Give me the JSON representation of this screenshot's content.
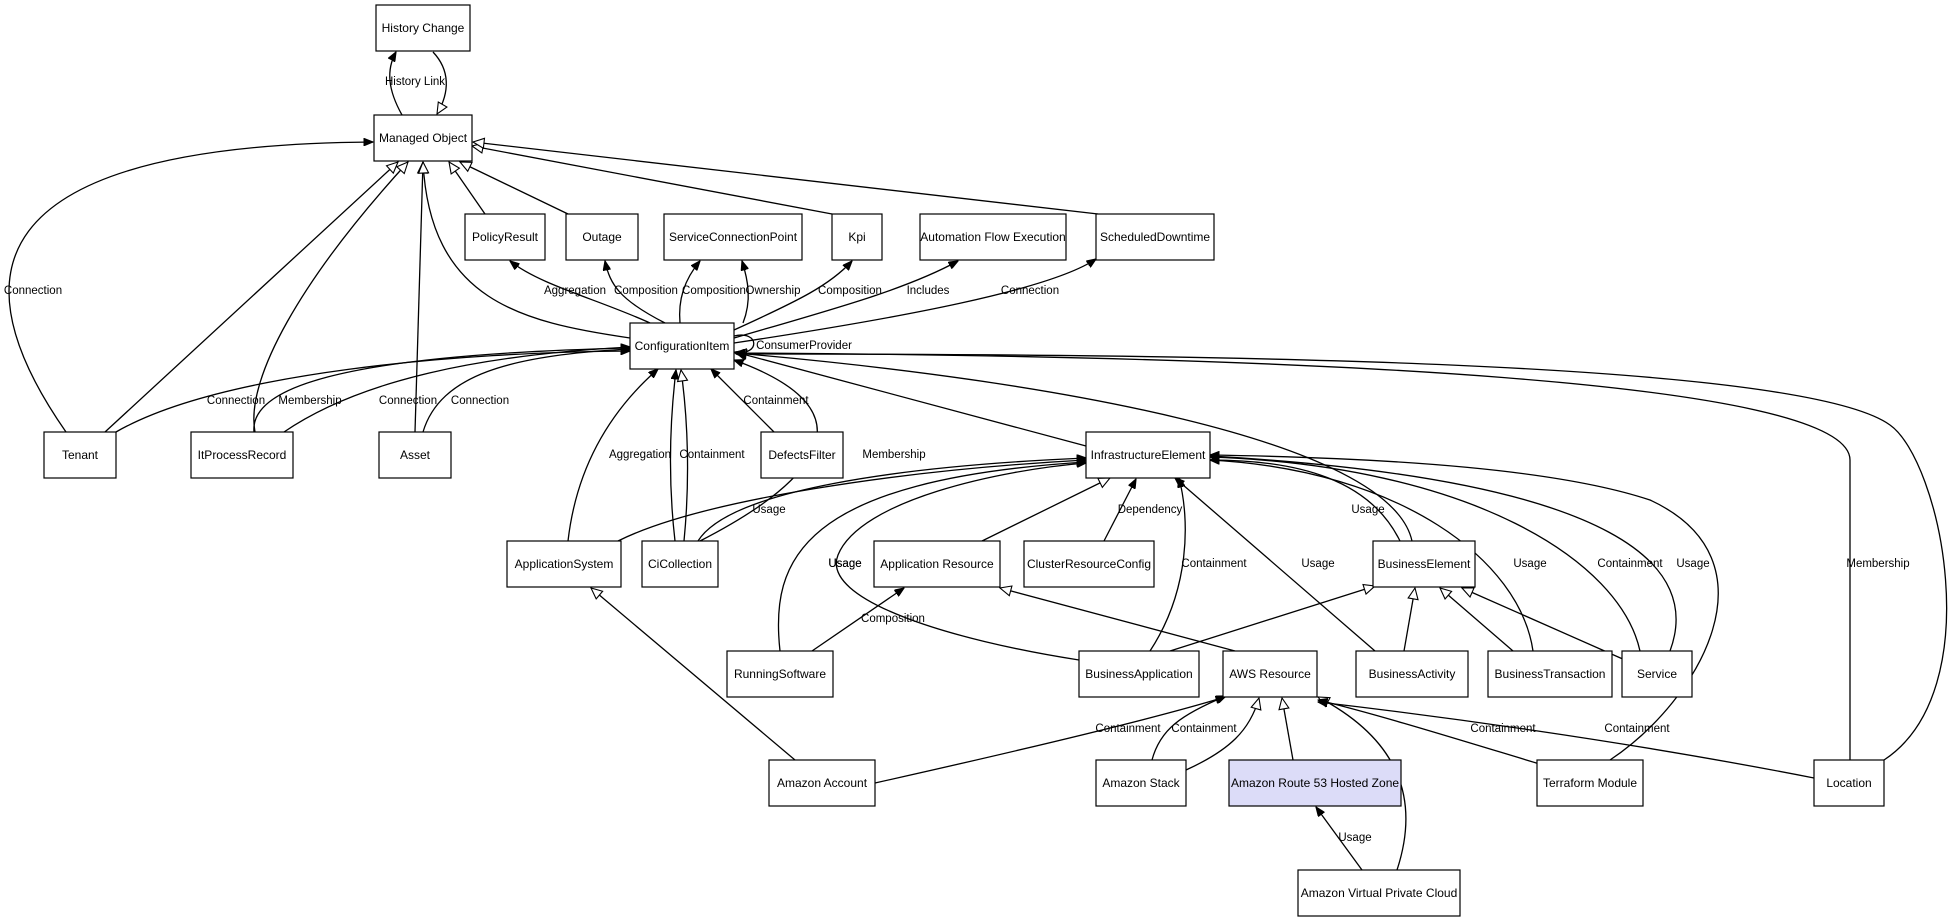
{
  "diagram": {
    "colors": {
      "node_fill": "#ffffff",
      "highlight_fill": "#dcdcf8",
      "stroke": "#000000"
    },
    "nodes": [
      {
        "id": "history_change",
        "label": "History Change"
      },
      {
        "id": "managed_object",
        "label": "Managed Object"
      },
      {
        "id": "policy_result",
        "label": "PolicyResult"
      },
      {
        "id": "outage",
        "label": "Outage"
      },
      {
        "id": "service_connection_point",
        "label": "ServiceConnectionPoint"
      },
      {
        "id": "kpi",
        "label": "Kpi"
      },
      {
        "id": "automation_flow_execution",
        "label": "Automation Flow Execution"
      },
      {
        "id": "scheduled_downtime",
        "label": "ScheduledDowntime"
      },
      {
        "id": "configuration_item",
        "label": "ConfigurationItem"
      },
      {
        "id": "tenant",
        "label": "Tenant"
      },
      {
        "id": "it_process_record",
        "label": "ItProcessRecord"
      },
      {
        "id": "asset",
        "label": "Asset"
      },
      {
        "id": "defects_filter",
        "label": "DefectsFilter"
      },
      {
        "id": "infrastructure_element",
        "label": "InfrastructureElement"
      },
      {
        "id": "application_system",
        "label": "ApplicationSystem"
      },
      {
        "id": "ci_collection",
        "label": "CiCollection"
      },
      {
        "id": "application_resource",
        "label": "Application Resource"
      },
      {
        "id": "cluster_resource_config",
        "label": "ClusterResourceConfig"
      },
      {
        "id": "business_element",
        "label": "BusinessElement"
      },
      {
        "id": "running_software",
        "label": "RunningSoftware"
      },
      {
        "id": "business_application",
        "label": "BusinessApplication"
      },
      {
        "id": "aws_resource",
        "label": "AWS Resource"
      },
      {
        "id": "business_activity",
        "label": "BusinessActivity"
      },
      {
        "id": "business_transaction",
        "label": "BusinessTransaction"
      },
      {
        "id": "service",
        "label": "Service"
      },
      {
        "id": "amazon_account",
        "label": "Amazon Account"
      },
      {
        "id": "amazon_stack",
        "label": "Amazon Stack"
      },
      {
        "id": "amazon_route53_hosted_zone",
        "label": "Amazon Route 53 Hosted Zone",
        "highlighted": true
      },
      {
        "id": "terraform_module",
        "label": "Terraform Module"
      },
      {
        "id": "location",
        "label": "Location"
      },
      {
        "id": "amazon_vpc",
        "label": "Amazon Virtual Private Cloud"
      }
    ],
    "edges": [
      {
        "id": "history_link",
        "label": "History Link",
        "from": "managed_object",
        "to": "history_change",
        "arrow": "filled"
      },
      {
        "id": "history_change_inherit",
        "label": "",
        "from": "history_change",
        "to": "managed_object",
        "arrow": "hollow"
      },
      {
        "id": "tenant_connection_mo",
        "label": "Connection",
        "from": "tenant",
        "to": "managed_object",
        "arrow": "filled"
      },
      {
        "id": "tenant_inherit",
        "label": "",
        "from": "tenant",
        "to": "managed_object",
        "arrow": "hollow"
      },
      {
        "id": "itpr_inherit",
        "label": "",
        "from": "it_process_record",
        "to": "managed_object",
        "arrow": "hollow"
      },
      {
        "id": "asset_inherit",
        "label": "",
        "from": "asset",
        "to": "managed_object",
        "arrow": "hollow"
      },
      {
        "id": "ci_inherit_mo",
        "label": "",
        "from": "configuration_item",
        "to": "managed_object",
        "arrow": "hollow"
      },
      {
        "id": "policy_inherit",
        "label": "",
        "from": "policy_result",
        "to": "managed_object",
        "arrow": "hollow"
      },
      {
        "id": "outage_inherit",
        "label": "",
        "from": "outage",
        "to": "managed_object",
        "arrow": "hollow"
      },
      {
        "id": "kpi_inherit",
        "label": "",
        "from": "kpi",
        "to": "managed_object",
        "arrow": "hollow"
      },
      {
        "id": "sched_inherit",
        "label": "",
        "from": "scheduled_downtime",
        "to": "managed_object",
        "arrow": "hollow"
      },
      {
        "id": "ci_policy",
        "label": "Aggregation",
        "from": "configuration_item",
        "to": "policy_result",
        "arrow": "filled"
      },
      {
        "id": "ci_outage",
        "label": "Composition",
        "from": "configuration_item",
        "to": "outage",
        "arrow": "filled"
      },
      {
        "id": "ci_scp_comp",
        "label": "Composition",
        "from": "configuration_item",
        "to": "service_connection_point",
        "arrow": "filled"
      },
      {
        "id": "ci_scp_own",
        "label": "Ownership",
        "from": "configuration_item",
        "to": "service_connection_point",
        "arrow": "filled"
      },
      {
        "id": "ci_kpi",
        "label": "Composition",
        "from": "configuration_item",
        "to": "kpi",
        "arrow": "filled"
      },
      {
        "id": "ci_afe",
        "label": "Includes",
        "from": "configuration_item",
        "to": "automation_flow_execution",
        "arrow": "filled"
      },
      {
        "id": "ci_sched",
        "label": "Connection",
        "from": "configuration_item",
        "to": "scheduled_downtime",
        "arrow": "filled"
      },
      {
        "id": "ci_self",
        "label": "ConsumerProvider",
        "from": "configuration_item",
        "to": "configuration_item",
        "arrow": "filled"
      },
      {
        "id": "tenant_ci",
        "label": "Connection",
        "from": "tenant",
        "to": "configuration_item",
        "arrow": "filled"
      },
      {
        "id": "itpr_ci_member",
        "label": "Membership",
        "from": "it_process_record",
        "to": "configuration_item",
        "arrow": "filled"
      },
      {
        "id": "itpr_ci_conn",
        "label": "Connection",
        "from": "it_process_record",
        "to": "configuration_item",
        "arrow": "filled"
      },
      {
        "id": "asset_ci",
        "label": "Connection",
        "from": "asset",
        "to": "configuration_item",
        "arrow": "filled"
      },
      {
        "id": "appsys_ci",
        "label": "Aggregation",
        "from": "application_system",
        "to": "configuration_item",
        "arrow": "filled"
      },
      {
        "id": "cicoll_ci_contain",
        "label": "Containment",
        "from": "ci_collection",
        "to": "configuration_item",
        "arrow": "filled"
      },
      {
        "id": "cicoll_inherit",
        "label": "",
        "from": "ci_collection",
        "to": "configuration_item",
        "arrow": "hollow"
      },
      {
        "id": "cicoll_ci_member",
        "label": "Membership",
        "from": "ci_collection",
        "to": "configuration_item",
        "arrow": "filled"
      },
      {
        "id": "defects_ci",
        "label": "Containment",
        "from": "defects_filter",
        "to": "configuration_item",
        "arrow": "filled"
      },
      {
        "id": "infra_inherit",
        "label": "",
        "from": "infrastructure_element",
        "to": "configuration_item",
        "arrow": "hollow"
      },
      {
        "id": "be_inherit_ci",
        "label": "",
        "from": "business_element",
        "to": "configuration_item",
        "arrow": "hollow"
      },
      {
        "id": "location_ci_member",
        "label": "Membership",
        "from": "location",
        "to": "configuration_item",
        "arrow": "filled"
      },
      {
        "id": "location_ci",
        "label": "",
        "from": "location",
        "to": "configuration_item",
        "arrow": "filled"
      },
      {
        "id": "cicoll_infra_usage",
        "label": "Usage",
        "from": "ci_collection",
        "to": "infrastructure_element",
        "arrow": "filled"
      },
      {
        "id": "appsys_infra",
        "label": "",
        "from": "application_system",
        "to": "infrastructure_element",
        "arrow": "filled"
      },
      {
        "id": "rs_infra_usage",
        "label": "Usage",
        "from": "running_software",
        "to": "infrastructure_element",
        "arrow": "filled"
      },
      {
        "id": "appres_inherit",
        "label": "",
        "from": "application_resource",
        "to": "infrastructure_element",
        "arrow": "hollow"
      },
      {
        "id": "crc_infra",
        "label": "Dependency",
        "from": "cluster_resource_config",
        "to": "infrastructure_element",
        "arrow": "filled"
      },
      {
        "id": "ba_infra_usage",
        "label": "Usage",
        "from": "business_application",
        "to": "infrastructure_element",
        "arrow": "filled"
      },
      {
        "id": "ba_infra_contain",
        "label": "Containment",
        "from": "business_application",
        "to": "infrastructure_element",
        "arrow": "filled"
      },
      {
        "id": "bact_infra_usage",
        "label": "Usage",
        "from": "business_activity",
        "to": "infrastructure_element",
        "arrow": "filled"
      },
      {
        "id": "be_infra_usage",
        "label": "Usage",
        "from": "business_element",
        "to": "infrastructure_element",
        "arrow": "filled"
      },
      {
        "id": "bt_infra_usage",
        "label": "Usage",
        "from": "business_transaction",
        "to": "infrastructure_element",
        "arrow": "filled"
      },
      {
        "id": "svc_infra_contain",
        "label": "Containment",
        "from": "service",
        "to": "infrastructure_element",
        "arrow": "filled"
      },
      {
        "id": "svc_infra_usage",
        "label": "Usage",
        "from": "service",
        "to": "infrastructure_element",
        "arrow": "filled"
      },
      {
        "id": "tf_infra",
        "label": "",
        "from": "terraform_module",
        "to": "infrastructure_element",
        "arrow": "filled"
      },
      {
        "id": "ba_be_inherit",
        "label": "",
        "from": "business_application",
        "to": "business_element",
        "arrow": "hollow"
      },
      {
        "id": "bact_be_inherit",
        "label": "",
        "from": "business_activity",
        "to": "business_element",
        "arrow": "hollow"
      },
      {
        "id": "bt_be_inherit",
        "label": "",
        "from": "business_transaction",
        "to": "business_element",
        "arrow": "hollow"
      },
      {
        "id": "svc_be_inherit",
        "label": "",
        "from": "service",
        "to": "business_element",
        "arrow": "hollow"
      },
      {
        "id": "rs_appres",
        "label": "Composition",
        "from": "running_software",
        "to": "application_resource",
        "arrow": "filled"
      },
      {
        "id": "aws_appres_inherit",
        "label": "",
        "from": "aws_resource",
        "to": "application_resource",
        "arrow": "hollow"
      },
      {
        "id": "acct_appsys_inherit",
        "label": "",
        "from": "amazon_account",
        "to": "application_system",
        "arrow": "hollow"
      },
      {
        "id": "acct_aws_contain",
        "label": "Containment",
        "from": "amazon_account",
        "to": "aws_resource",
        "arrow": "filled"
      },
      {
        "id": "stack_aws_contain",
        "label": "Containment",
        "from": "amazon_stack",
        "to": "aws_resource",
        "arrow": "filled"
      },
      {
        "id": "stack_aws_inherit",
        "label": "",
        "from": "amazon_stack",
        "to": "aws_resource",
        "arrow": "hollow"
      },
      {
        "id": "r53_aws_inherit",
        "label": "",
        "from": "amazon_route53_hosted_zone",
        "to": "aws_resource",
        "arrow": "hollow"
      },
      {
        "id": "vpc_aws_inherit",
        "label": "",
        "from": "amazon_vpc",
        "to": "aws_resource",
        "arrow": "hollow"
      },
      {
        "id": "tf_aws_contain",
        "label": "Containment",
        "from": "terraform_module",
        "to": "aws_resource",
        "arrow": "filled"
      },
      {
        "id": "loc_aws_contain",
        "label": "Containment",
        "from": "location",
        "to": "aws_resource",
        "arrow": "filled"
      },
      {
        "id": "vpc_r53_usage",
        "label": "Usage",
        "from": "amazon_vpc",
        "to": "amazon_route53_hosted_zone",
        "arrow": "filled"
      },
      {
        "id": "mo_to_ci_conn",
        "label": "",
        "from": "configuration_item",
        "to": "managed_object",
        "arrow": "none"
      }
    ]
  }
}
